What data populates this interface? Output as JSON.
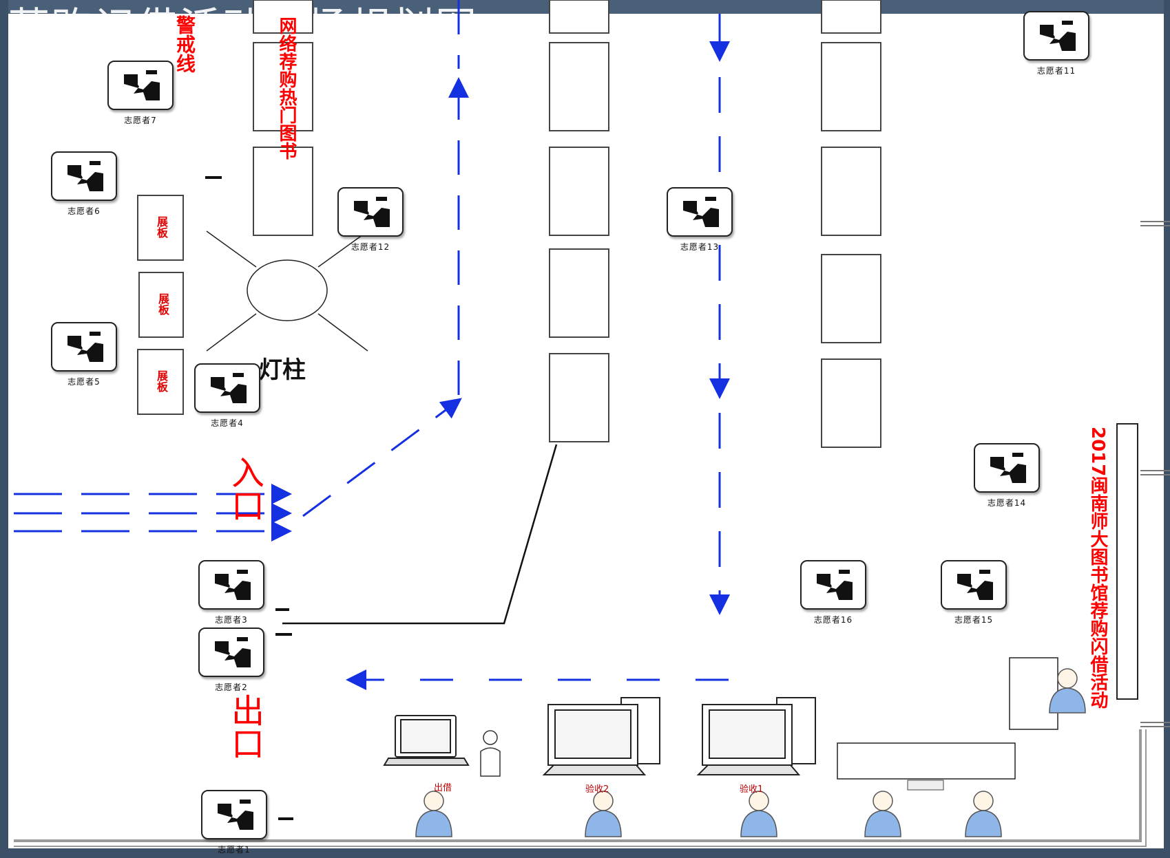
{
  "banner_title": "荐购记借活动现场规划图",
  "labels": {
    "guard_line": "警戒线",
    "hot_books": "网络荐购热门图书",
    "lamp_pillar": "灯柱",
    "entrance": "入口",
    "exit": "出口",
    "activity_title": "2017闽南师大图书馆荐购闪借活动",
    "booth": "展板",
    "borrow": "出借",
    "accept2": "验收2",
    "accept1": "验收1"
  },
  "volunteers": [
    {
      "id": "volunteer-1",
      "label": "志愿者1"
    },
    {
      "id": "volunteer-2",
      "label": "志愿者2"
    },
    {
      "id": "volunteer-3",
      "label": "志愿者3"
    },
    {
      "id": "volunteer-4",
      "label": "志愿者4"
    },
    {
      "id": "volunteer-5",
      "label": "志愿者5"
    },
    {
      "id": "volunteer-6",
      "label": "志愿者6"
    },
    {
      "id": "volunteer-7",
      "label": "志愿者7"
    },
    {
      "id": "volunteer-11",
      "label": "志愿者11"
    },
    {
      "id": "volunteer-12",
      "label": "志愿者12"
    },
    {
      "id": "volunteer-13",
      "label": "志愿者13"
    },
    {
      "id": "volunteer-14",
      "label": "志愿者14"
    },
    {
      "id": "volunteer-15",
      "label": "志愿者15"
    },
    {
      "id": "volunteer-16",
      "label": "志愿者16"
    }
  ],
  "colors": {
    "route": "#1530e0",
    "label_red": "#ff0000",
    "frame": "#3c5068"
  }
}
